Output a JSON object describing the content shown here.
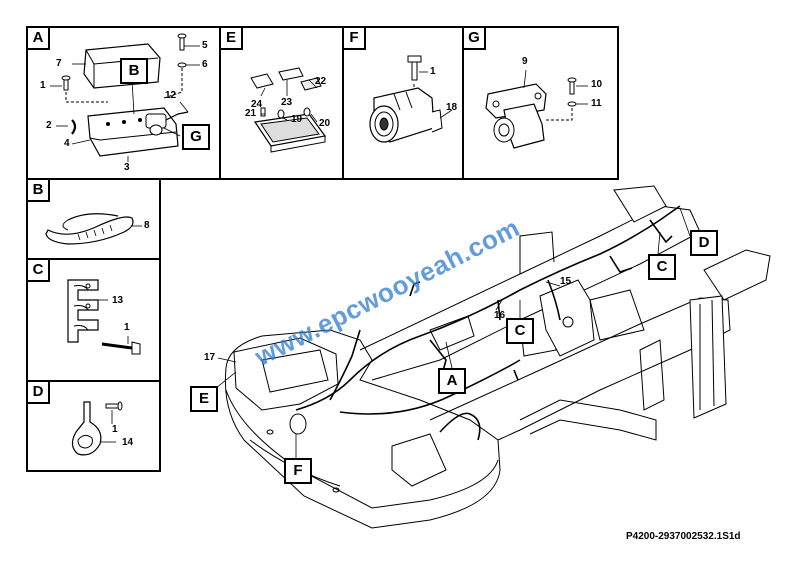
{
  "panels": {
    "A": {
      "letter": "A",
      "parts": [
        "7",
        "5",
        "6",
        "1",
        "12",
        "2",
        "4",
        "3"
      ],
      "inner_refs": [
        "B",
        "G"
      ]
    },
    "E": {
      "letter": "E",
      "parts": [
        "22",
        "24",
        "23",
        "21",
        "19",
        "20"
      ]
    },
    "F": {
      "letter": "F",
      "parts": [
        "1",
        "18"
      ]
    },
    "G": {
      "letter": "G",
      "parts": [
        "9",
        "10",
        "11"
      ]
    },
    "B": {
      "letter": "B",
      "parts": [
        "8"
      ]
    },
    "C": {
      "letter": "C",
      "parts": [
        "13",
        "1"
      ]
    },
    "D": {
      "letter": "D",
      "parts": [
        "1",
        "14"
      ]
    }
  },
  "main": {
    "callouts": [
      "A",
      "C",
      "C",
      "D",
      "E",
      "F"
    ],
    "parts": [
      "15",
      "16",
      "17"
    ]
  },
  "watermark": "www.epcwooyeah.com",
  "footer": "P4200-2937002532.1S1d"
}
